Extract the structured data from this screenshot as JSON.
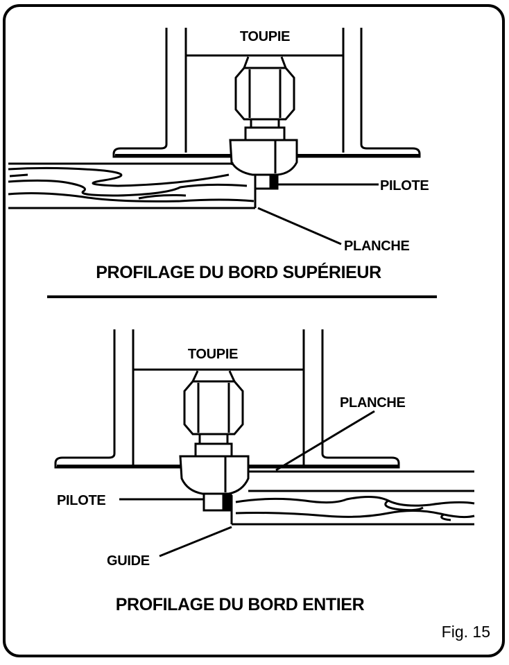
{
  "top_diagram": {
    "router_label": "TOUPIE",
    "pilot_label": "PILOTE",
    "board_label": "PLANCHE",
    "title": "PROFILAGE DU BORD SUPÉRIEUR"
  },
  "bottom_diagram": {
    "router_label": "TOUPIE",
    "board_label": "PLANCHE",
    "pilot_label": "PILOTE",
    "guide_label": "GUIDE",
    "title": "PROFILAGE DU BORD ENTIER"
  },
  "figure_number": "Fig. 15",
  "colors": {
    "ink": "#000000",
    "paper": "#ffffff"
  }
}
